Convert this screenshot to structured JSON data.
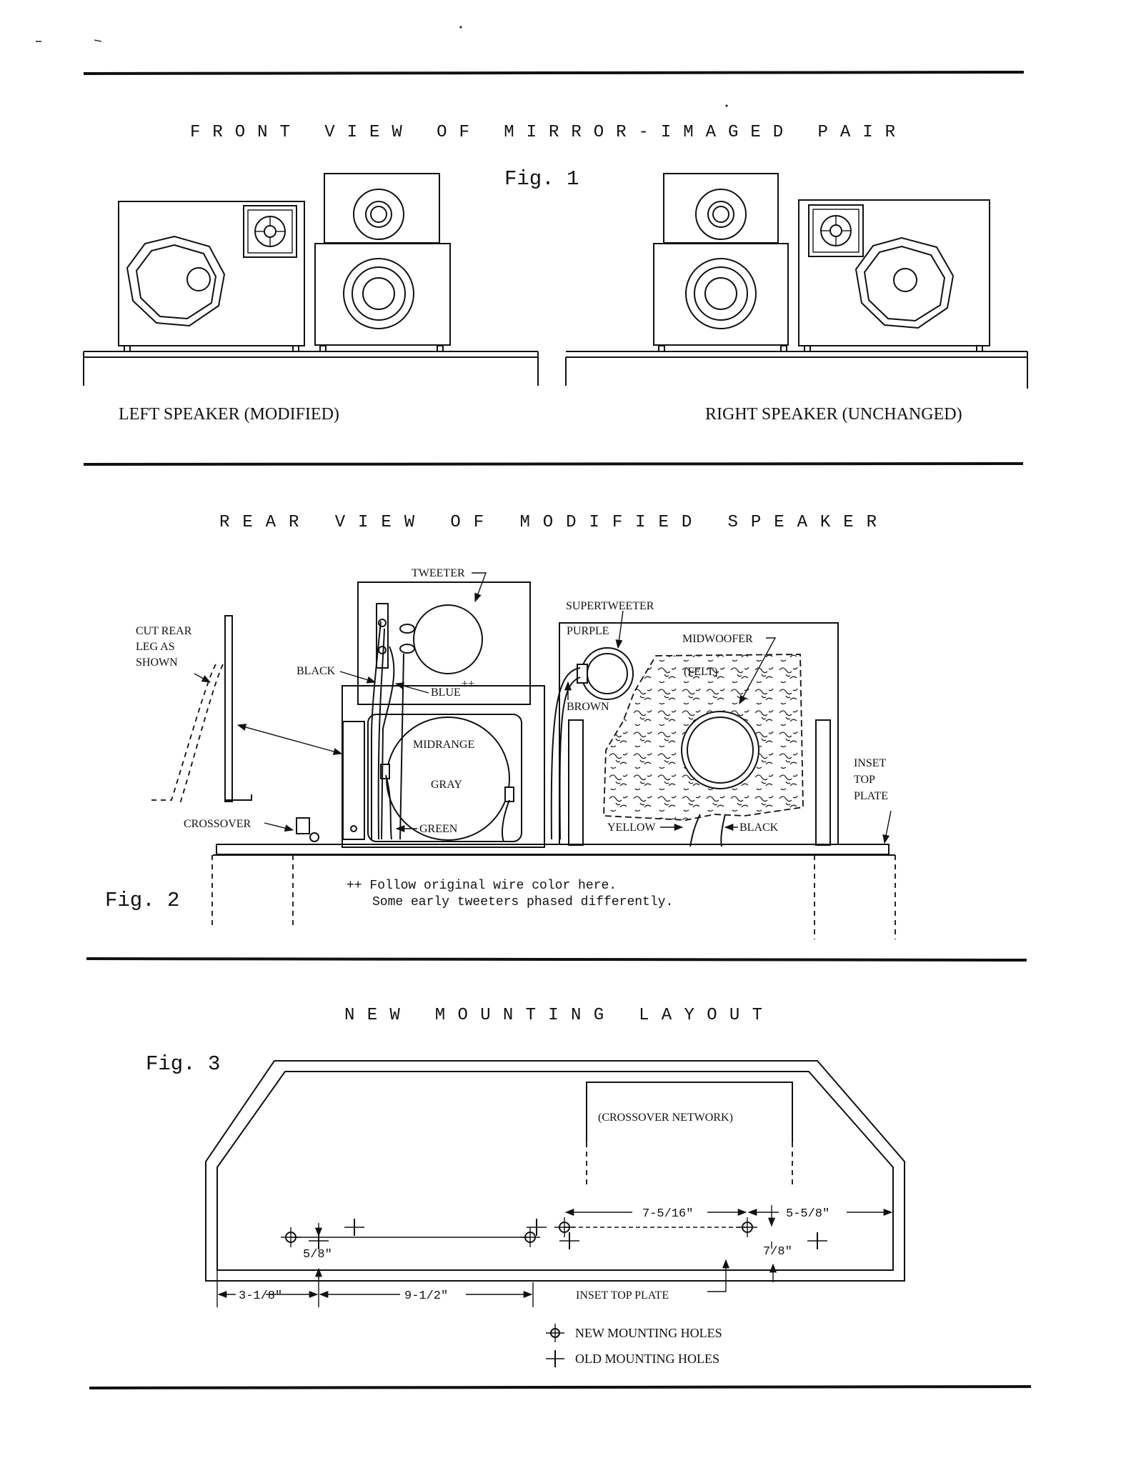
{
  "fig1": {
    "title": "FRONT VIEW OF MIRROR-IMAGED PAIR",
    "fig_label": "Fig. 1",
    "left_caption": "LEFT SPEAKER (MODIFIED)",
    "right_caption": "RIGHT SPEAKER (UNCHANGED)"
  },
  "fig2": {
    "title": "REAR VIEW OF MODIFIED SPEAKER",
    "fig_label": "Fig. 2",
    "labels": {
      "tweeter": "TWEETER",
      "supertweeter": "SUPERTWEETER",
      "purple": "PURPLE",
      "midwoofer": "MIDWOOFER",
      "felt": "(FELT)",
      "brown": "BROWN",
      "cut_rear_1": "CUT REAR",
      "cut_rear_2": "LEG AS",
      "cut_rear_3": "SHOWN",
      "black_top": "BLACK",
      "blue": "BLUE",
      "blue_sup": "++",
      "midrange": "MIDRANGE",
      "gray": "GRAY",
      "green": "GREEN",
      "crossover": "CROSSOVER",
      "yellow": "YELLOW",
      "black_bottom": "BLACK",
      "inset_1": "INSET",
      "inset_2": "TOP",
      "inset_3": "PLATE"
    },
    "note_line1": "++ Follow original wire color here.",
    "note_line2": "Some early tweeters phased differently."
  },
  "fig3": {
    "title": "NEW MOUNTING LAYOUT",
    "fig_label": "Fig. 3",
    "crossover_network": "(CROSSOVER NETWORK)",
    "dims": {
      "d_7_5_16": "7-5/16\"",
      "d_5_5_8": "5-5/8\"",
      "d_5_8": "5/8\"",
      "d_7_8": "7/8\"",
      "d_3_1_8": "3-1/8\"",
      "d_9_1_2": "9-1/2\""
    },
    "inset_top_plate": "INSET TOP PLATE",
    "legend_new": "NEW MOUNTING HOLES",
    "legend_old": "OLD MOUNTING HOLES"
  }
}
